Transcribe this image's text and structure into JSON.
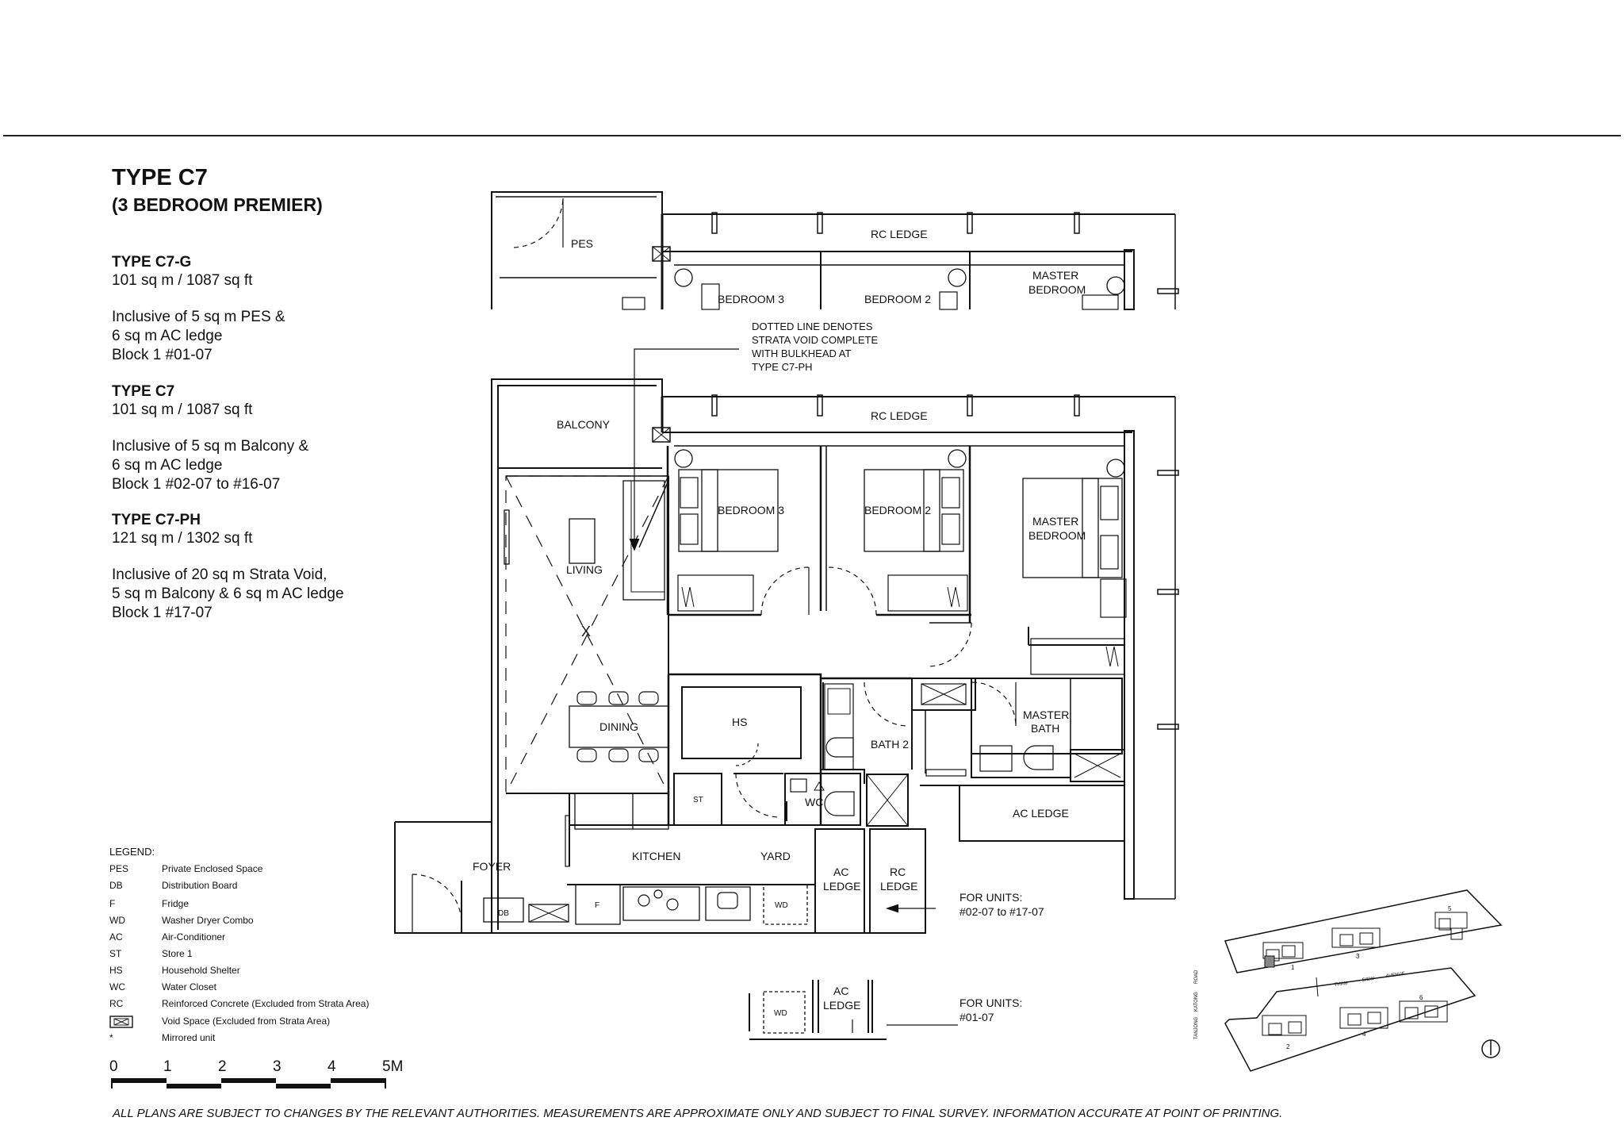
{
  "header": {
    "type_title": "TYPE  C7",
    "type_subtitle": "(3 BEDROOM PREMIER)"
  },
  "sections": [
    {
      "heading": "TYPE C7-G",
      "lines": [
        "101 sq m / 1087 sq ft",
        "",
        "Inclusive of 5 sq m PES &",
        "6 sq m AC ledge",
        "Block 1 #01-07"
      ]
    },
    {
      "heading": "TYPE C7",
      "lines": [
        "101 sq m / 1087 sq ft",
        "",
        "Inclusive of 5 sq m Balcony &",
        "6 sq m AC ledge",
        "Block 1 #02-07 to #16-07"
      ]
    },
    {
      "heading": "TYPE C7-PH",
      "lines": [
        "121 sq m / 1302 sq ft",
        "",
        "Inclusive of 20 sq m Strata Void,",
        "5 sq m Balcony & 6 sq m AC ledge",
        "Block 1 #17-07"
      ]
    }
  ],
  "legend": {
    "title": "LEGEND:",
    "items": [
      {
        "key": "PES",
        "value": "Private Enclosed Space"
      },
      {
        "key": "DB",
        "value": "Distribution Board"
      },
      {
        "key": "F",
        "value": "Fridge"
      },
      {
        "key": "WD",
        "value": "Washer Dryer Combo"
      },
      {
        "key": "AC",
        "value": "Air-Conditioner"
      },
      {
        "key": "ST",
        "value": "Store 1"
      },
      {
        "key": "HS",
        "value": "Household Shelter"
      },
      {
        "key": "WC",
        "value": "Water Closet"
      },
      {
        "key": "RC",
        "value": "Reinforced Concrete (Excluded from Strata Area)"
      },
      {
        "key": "",
        "value": "Void Space (Excluded from Strata Area)",
        "icon": "void-space-icon"
      },
      {
        "key": "*",
        "value": "Mirrored unit"
      }
    ]
  },
  "scale_bar": {
    "labels": [
      "0",
      "1",
      "2",
      "3",
      "4",
      "5M"
    ]
  },
  "disclaimer": "ALL PLANS ARE SUBJECT TO CHANGES BY THE RELEVANT AUTHORITIES. MEASUREMENTS ARE APPROXIMATE ONLY AND SUBJECT TO FINAL SURVEY. INFORMATION ACCURATE AT POINT OF PRINTING.",
  "plan_labels": {
    "pes": "PES",
    "rc_ledge_top": "RC LEDGE",
    "bedroom3_top": "BEDROOM 3",
    "bedroom2_top": "BEDROOM 2",
    "master_top_1": "MASTER",
    "master_top_2": "BEDROOM",
    "dotted_note": [
      "DOTTED LINE DENOTES",
      "STRATA VOID COMPLETE",
      "WITH BULKHEAD AT",
      "TYPE C7-PH"
    ],
    "balcony": "BALCONY",
    "rc_ledge_main": "RC LEDGE",
    "living": "LIVING",
    "bedroom3": "BEDROOM 3",
    "bedroom2": "BEDROOM 2",
    "master_1": "MASTER",
    "master_2": "BEDROOM",
    "dining": "DINING",
    "hs": "HS",
    "bath2": "BATH 2",
    "master_bath_1": "MASTER",
    "master_bath_2": "BATH",
    "st": "ST",
    "wc": "WC",
    "ac_ledge_right": "AC LEDGE",
    "foyer": "FOYER",
    "kitchen": "KITCHEN",
    "yard": "YARD",
    "ac_ledge_1": "AC",
    "ac_ledge_2": "LEDGE",
    "rc_ledge_1": "RC",
    "rc_ledge_2": "LEDGE",
    "db": "DB",
    "f": "F",
    "wd": "WD",
    "for_units_a_1": "FOR UNITS:",
    "for_units_a_2": "#02-07 to #17-07",
    "for_units_b_1": "FOR UNITS:",
    "for_units_b_2": "#01-07",
    "wd_bottom": "WD",
    "ac_bottom_1": "AC",
    "ac_bottom_2": "LEDGE",
    "x_mark": "X"
  },
  "site_plan": {
    "road_1": "THAM",
    "road_2": "SIEW",
    "road_3": "AVENUE",
    "road_side_1": "ROAD",
    "road_side_2": "KATONG",
    "road_side_3": "TANJONG",
    "block_numbers": [
      "1",
      "2",
      "3",
      "4",
      "5",
      "6"
    ]
  }
}
